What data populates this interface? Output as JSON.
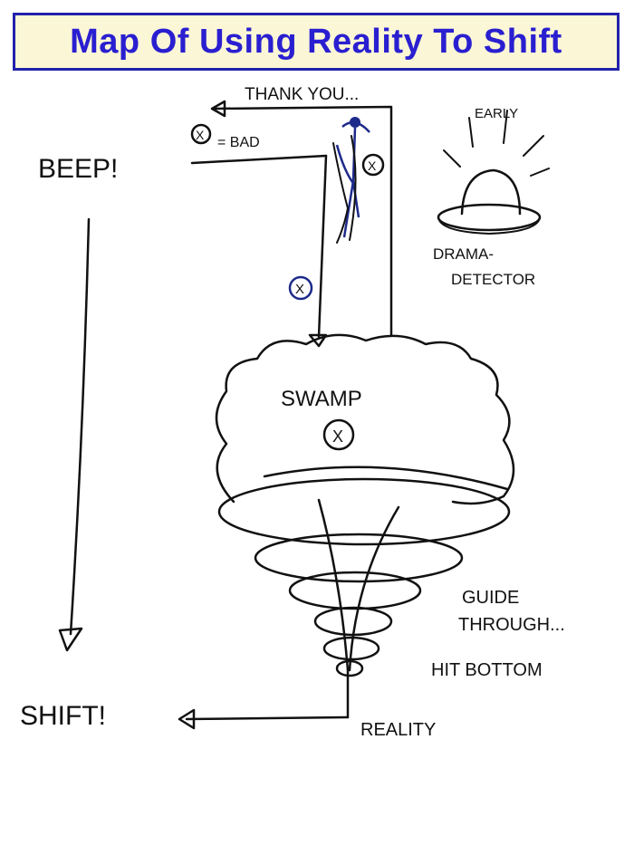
{
  "title": "Map Of Using Reality To Shift",
  "labels": {
    "thank_you": "THANK YOU...",
    "bad_legend": "= BAD",
    "beep": "BEEP!",
    "early": "EARLY",
    "drama_detector_line1": "DRAMA-",
    "drama_detector_line2": "DETECTOR",
    "swamp": "SWAMP",
    "guide_through_line1": "GUIDE",
    "guide_through_line2": "THROUGH...",
    "hit_bottom": "HIT BOTTOM",
    "shift": "SHIFT!",
    "reality": "REALITY",
    "x_mark": "X"
  },
  "colors": {
    "title_text": "#2a1fd0",
    "title_border": "#2222aa",
    "title_bg": "#fbf7d6",
    "ink": "#111111",
    "blue_ink": "#1d2a8a"
  }
}
